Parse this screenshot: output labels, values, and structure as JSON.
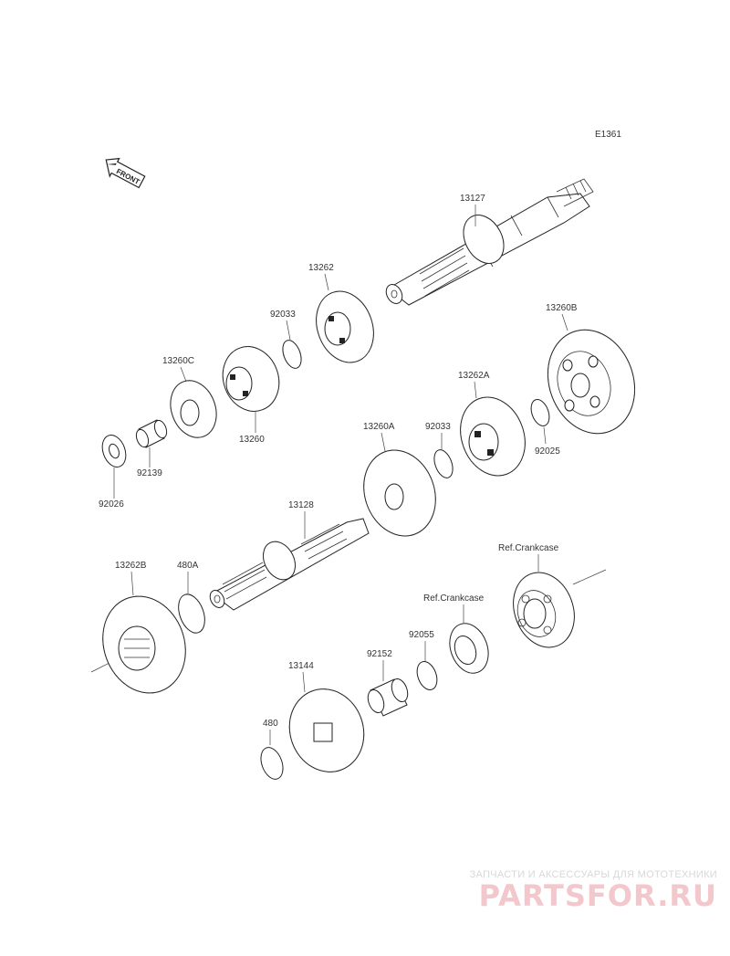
{
  "diagram_code": "E1361",
  "front_label": "FRONT",
  "parts": [
    {
      "key": "p13127",
      "label": "13127"
    },
    {
      "key": "p13262",
      "label": "13262"
    },
    {
      "key": "p92033a",
      "label": "92033"
    },
    {
      "key": "p13260c",
      "label": "13260C"
    },
    {
      "key": "p13260",
      "label": "13260"
    },
    {
      "key": "p92139",
      "label": "92139"
    },
    {
      "key": "p92026",
      "label": "92026"
    },
    {
      "key": "p13260b",
      "label": "13260B"
    },
    {
      "key": "p13262a",
      "label": "13262A"
    },
    {
      "key": "p92033b",
      "label": "92033"
    },
    {
      "key": "p13260a",
      "label": "13260A"
    },
    {
      "key": "p92025",
      "label": "92025"
    },
    {
      "key": "p13128",
      "label": "13128"
    },
    {
      "key": "p13262b",
      "label": "13262B"
    },
    {
      "key": "p480a",
      "label": "480A"
    },
    {
      "key": "pref1",
      "label": "Ref.Crankcase"
    },
    {
      "key": "pref2",
      "label": "Ref.Crankcase"
    },
    {
      "key": "p92055",
      "label": "92055"
    },
    {
      "key": "p92152",
      "label": "92152"
    },
    {
      "key": "p13144",
      "label": "13144"
    },
    {
      "key": "p480",
      "label": "480"
    }
  ],
  "watermark": {
    "tagline": "ЗАПЧАСТИ И АКСЕССУАРЫ ДЛЯ МОТОТЕХНИКИ",
    "logo": "PARTSFOR.RU"
  }
}
